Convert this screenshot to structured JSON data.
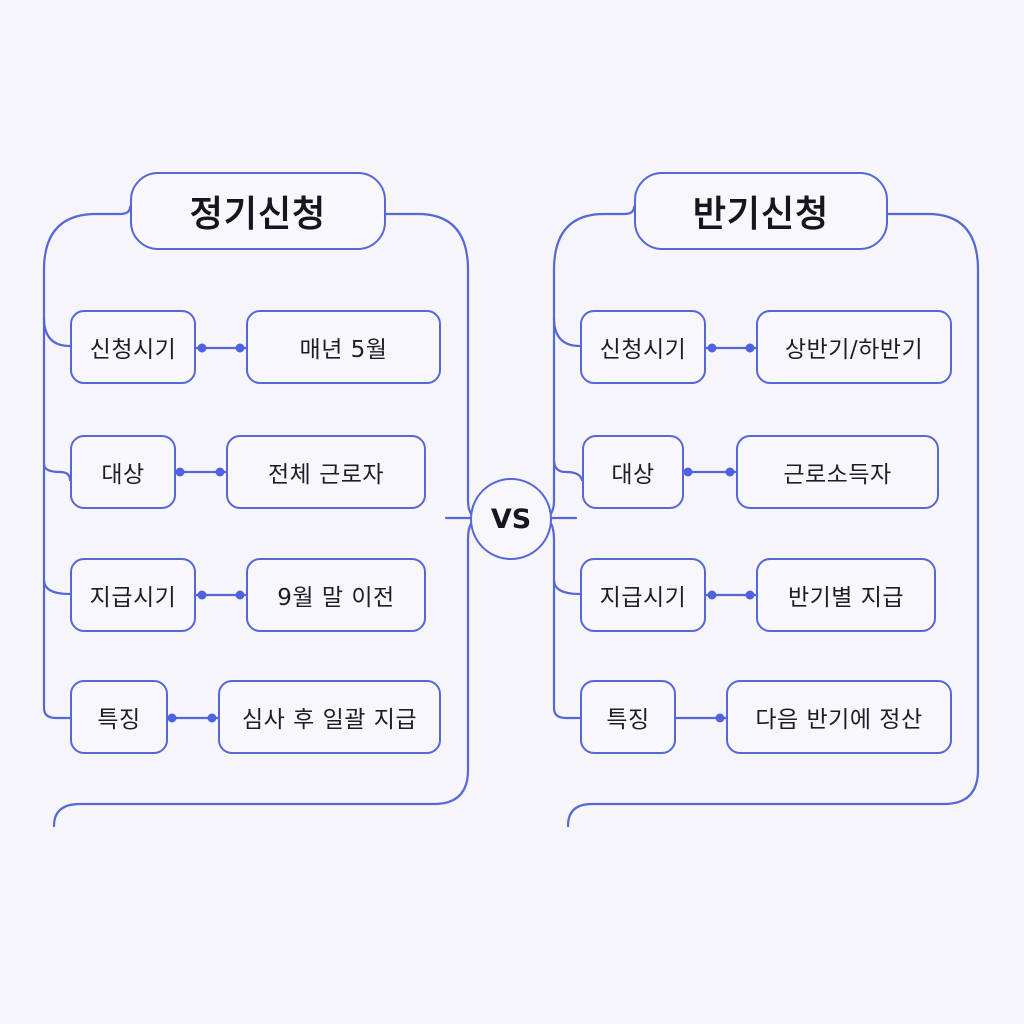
{
  "vs_label": "VS",
  "left": {
    "title": "정기신청",
    "rows": [
      {
        "label": "신청시기",
        "value": "매년 5월"
      },
      {
        "label": "대상",
        "value": "전체 근로자"
      },
      {
        "label": "지급시기",
        "value": "9월 말 이전"
      },
      {
        "label": "특징",
        "value": "심사 후 일괄 지급"
      }
    ]
  },
  "right": {
    "title": "반기신청",
    "rows": [
      {
        "label": "신청시기",
        "value": "상반기/하반기"
      },
      {
        "label": "대상",
        "value": "근로소득자"
      },
      {
        "label": "지급시기",
        "value": "반기별 지급"
      },
      {
        "label": "특징",
        "value": "다음 반기에 정산"
      }
    ]
  },
  "colors": {
    "line": "#5667d6",
    "dot": "#4f62e0",
    "background": "#f6f6fa"
  }
}
